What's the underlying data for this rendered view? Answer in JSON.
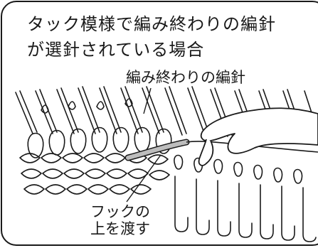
{
  "title": {
    "line1": "タック模様で編み終わりの編針",
    "line2": "が選針されている場合"
  },
  "labels": {
    "needle": "編み終わりの編針",
    "hook_line1": "フックの",
    "hook_line2": "上を渡す"
  },
  "colors": {
    "ink": "#1a1a1a",
    "yarn_gray": "#bdbdbd",
    "background": "#ffffff"
  }
}
